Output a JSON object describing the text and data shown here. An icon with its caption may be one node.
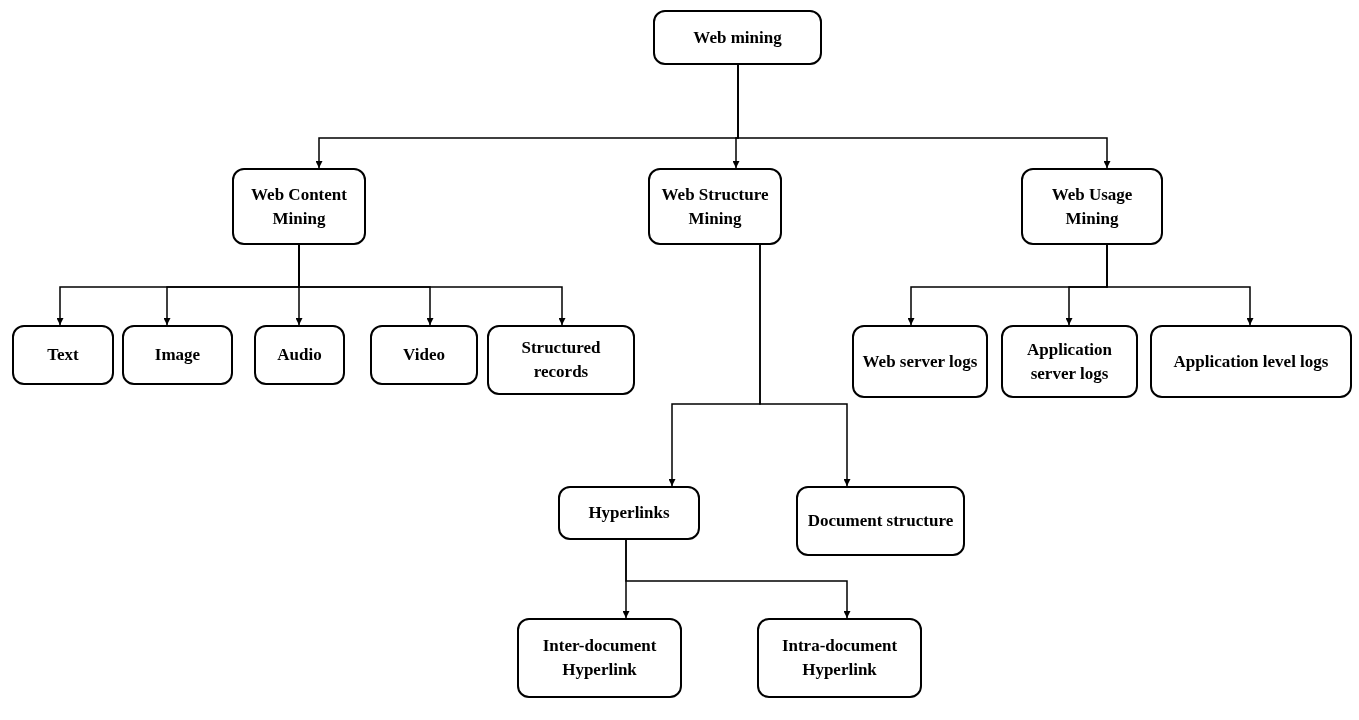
{
  "diagram": {
    "nodes": [
      {
        "text": [
          "Web mining"
        ]
      },
      {
        "text": [
          "Web Content Mining"
        ]
      },
      {
        "text": [
          "Web Structure Mining"
        ]
      },
      {
        "text": [
          "Web Usage Mining"
        ]
      },
      {
        "text": [
          "Text"
        ]
      },
      {
        "text": [
          "Image"
        ]
      },
      {
        "text": [
          "Audio"
        ]
      },
      {
        "text": [
          "Video"
        ]
      },
      {
        "text": [
          "Structured records"
        ]
      },
      {
        "text": [
          "Web server logs"
        ]
      },
      {
        "text": [
          "Application server logs"
        ]
      },
      {
        "text": [
          "Application level logs"
        ]
      },
      {
        "text": [
          "Hyperlinks"
        ]
      },
      {
        "text": [
          "Document structure"
        ]
      },
      {
        "text": [
          "Inter-document Hyperlink"
        ]
      },
      {
        "text": [
          "Intra-document Hyperlink"
        ]
      }
    ],
    "edges": [
      {
        "from": 0,
        "to": 1,
        "arrow": "to"
      },
      {
        "from": 0,
        "to": 2,
        "arrow": "to"
      },
      {
        "from": 0,
        "to": 3,
        "arrow": "to"
      },
      {
        "from": 1,
        "to": 4,
        "arrow": "to"
      },
      {
        "from": 1,
        "to": 5,
        "arrow": "to"
      },
      {
        "from": 1,
        "to": 6,
        "arrow": "to"
      },
      {
        "from": 1,
        "to": 7,
        "arrow": "to"
      },
      {
        "from": 1,
        "to": 8,
        "arrow": "to"
      },
      {
        "from": 3,
        "to": 9,
        "arrow": "to"
      },
      {
        "from": 3,
        "to": 10,
        "arrow": "to"
      },
      {
        "from": 3,
        "to": 11,
        "arrow": "to"
      },
      {
        "from": 2,
        "to": 12,
        "arrow": "to"
      },
      {
        "from": 2,
        "to": 13,
        "arrow": "to"
      },
      {
        "from": 12,
        "to": 14,
        "arrow": "to"
      },
      {
        "from": 12,
        "to": 15,
        "arrow": "to"
      }
    ]
  }
}
